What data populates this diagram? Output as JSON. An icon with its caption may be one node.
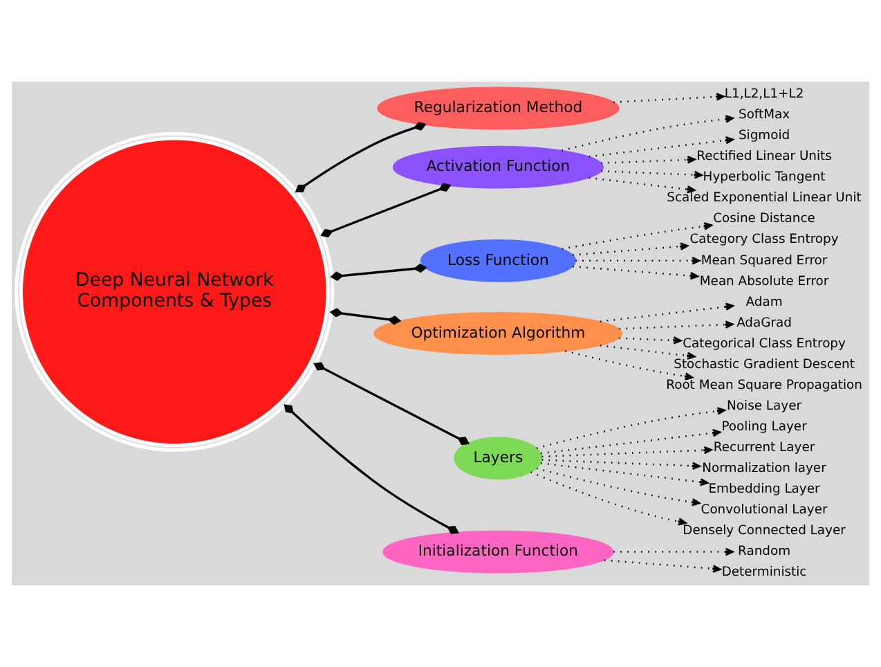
{
  "diagram": {
    "nodes": [
      {
        "text": [
          "Deep Neural Network",
          "Components & Types"
        ]
      },
      {
        "text": [
          "Regularization Method"
        ]
      },
      {
        "text": [
          "Activation Function"
        ]
      },
      {
        "text": [
          "Loss Function"
        ]
      },
      {
        "text": [
          "Optimization Algorithm"
        ]
      },
      {
        "text": [
          "Layers"
        ]
      },
      {
        "text": [
          "Initialization Function"
        ]
      },
      {
        "text": [
          "L1,L2,L1+L2"
        ]
      },
      {
        "text": [
          "SoftMax"
        ]
      },
      {
        "text": [
          "Sigmoid"
        ]
      },
      {
        "text": [
          "Rectified Linear Units"
        ]
      },
      {
        "text": [
          "Hyperbolic Tangent"
        ]
      },
      {
        "text": [
          "Scaled Exponential Linear Unit"
        ]
      },
      {
        "text": [
          "Cosine Distance"
        ]
      },
      {
        "text": [
          "Category Class Entropy"
        ]
      },
      {
        "text": [
          "Mean Squared Error"
        ]
      },
      {
        "text": [
          "Mean Absolute Error"
        ]
      },
      {
        "text": [
          "Adam"
        ]
      },
      {
        "text": [
          "AdaGrad"
        ]
      },
      {
        "text": [
          "Categorical Class Entropy"
        ]
      },
      {
        "text": [
          "Stochastic Gradient Descent"
        ]
      },
      {
        "text": [
          "Root Mean Square Propagation"
        ]
      },
      {
        "text": [
          "Noise Layer"
        ]
      },
      {
        "text": [
          "Pooling Layer"
        ]
      },
      {
        "text": [
          "Recurrent Layer"
        ]
      },
      {
        "text": [
          "Normalization layer"
        ]
      },
      {
        "text": [
          "Embedding Layer"
        ]
      },
      {
        "text": [
          "Convolutional Layer"
        ]
      },
      {
        "text": [
          "Densely Connected Layer"
        ]
      },
      {
        "text": [
          "Random"
        ]
      },
      {
        "text": [
          "Deterministic"
        ]
      }
    ],
    "edges": [
      {
        "from": 0,
        "to": 1,
        "arrow": "other"
      },
      {
        "from": 0,
        "to": 2,
        "arrow": "other"
      },
      {
        "from": 0,
        "to": 3,
        "arrow": "other"
      },
      {
        "from": 0,
        "to": 4,
        "arrow": "other"
      },
      {
        "from": 0,
        "to": 5,
        "arrow": "other"
      },
      {
        "from": 0,
        "to": 6,
        "arrow": "other"
      },
      {
        "from": 1,
        "to": 7,
        "arrow": "to",
        "style": "dashed"
      },
      {
        "from": 2,
        "to": 8,
        "arrow": "to",
        "style": "dashed"
      },
      {
        "from": 2,
        "to": 9,
        "arrow": "to",
        "style": "dashed"
      },
      {
        "from": 2,
        "to": 10,
        "arrow": "to",
        "style": "dashed"
      },
      {
        "from": 2,
        "to": 11,
        "arrow": "to",
        "style": "dashed"
      },
      {
        "from": 2,
        "to": 12,
        "arrow": "to",
        "style": "dashed"
      },
      {
        "from": 3,
        "to": 13,
        "arrow": "to",
        "style": "dashed"
      },
      {
        "from": 3,
        "to": 14,
        "arrow": "to",
        "style": "dashed"
      },
      {
        "from": 3,
        "to": 15,
        "arrow": "to",
        "style": "dashed"
      },
      {
        "from": 3,
        "to": 16,
        "arrow": "to",
        "style": "dashed"
      },
      {
        "from": 4,
        "to": 17,
        "arrow": "to",
        "style": "dashed"
      },
      {
        "from": 4,
        "to": 18,
        "arrow": "to",
        "style": "dashed"
      },
      {
        "from": 4,
        "to": 19,
        "arrow": "to",
        "style": "dashed"
      },
      {
        "from": 4,
        "to": 20,
        "arrow": "to",
        "style": "dashed"
      },
      {
        "from": 4,
        "to": 21,
        "arrow": "to",
        "style": "dashed"
      },
      {
        "from": 5,
        "to": 22,
        "arrow": "to",
        "style": "dashed"
      },
      {
        "from": 5,
        "to": 23,
        "arrow": "to",
        "style": "dashed"
      },
      {
        "from": 5,
        "to": 24,
        "arrow": "to",
        "style": "dashed"
      },
      {
        "from": 5,
        "to": 25,
        "arrow": "to",
        "style": "dashed"
      },
      {
        "from": 5,
        "to": 26,
        "arrow": "to",
        "style": "dashed"
      },
      {
        "from": 5,
        "to": 27,
        "arrow": "to",
        "style": "dashed"
      },
      {
        "from": 5,
        "to": 28,
        "arrow": "to",
        "style": "dashed"
      },
      {
        "from": 6,
        "to": 29,
        "arrow": "to",
        "style": "dashed"
      },
      {
        "from": 6,
        "to": 30,
        "arrow": "to",
        "style": "dashed"
      }
    ]
  }
}
